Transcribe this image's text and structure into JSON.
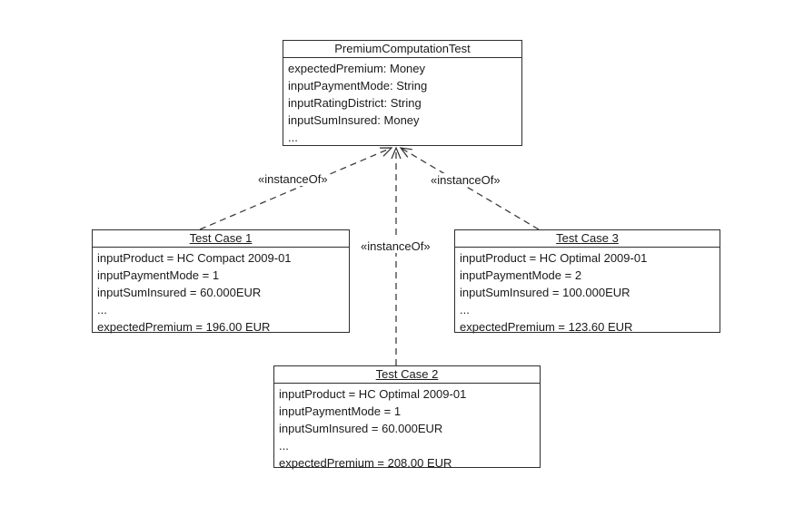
{
  "diagram": {
    "class_box": {
      "title": "PremiumComputationTest",
      "attributes": [
        "expectedPremium: Money",
        "inputPaymentMode: String",
        "inputRatingDistrict: String",
        "inputSumInsured: Money",
        "..."
      ]
    },
    "test_cases": [
      {
        "title": "Test Case 1",
        "lines": [
          "inputProduct = HC Compact 2009-01",
          "inputPaymentMode = 1",
          "inputSumInsured = 60.000EUR",
          "...",
          "expectedPremium = 196.00 EUR"
        ]
      },
      {
        "title": "Test Case 2",
        "lines": [
          "inputProduct = HC Optimal 2009-01",
          "inputPaymentMode = 1",
          "inputSumInsured = 60.000EUR",
          "...",
          "expectedPremium = 208.00 EUR"
        ]
      },
      {
        "title": "Test Case 3",
        "lines": [
          "inputProduct = HC Optimal 2009-01",
          "inputPaymentMode = 2",
          "inputSumInsured = 100.000EUR",
          "...",
          "expectedPremium = 123.60 EUR"
        ]
      }
    ],
    "edge_label": "«instanceOf»",
    "colors": {
      "border": "#2e2e2e",
      "edge_line": "#3d3d3d",
      "text": "#1a1a1a",
      "background": "#ffffff"
    }
  }
}
